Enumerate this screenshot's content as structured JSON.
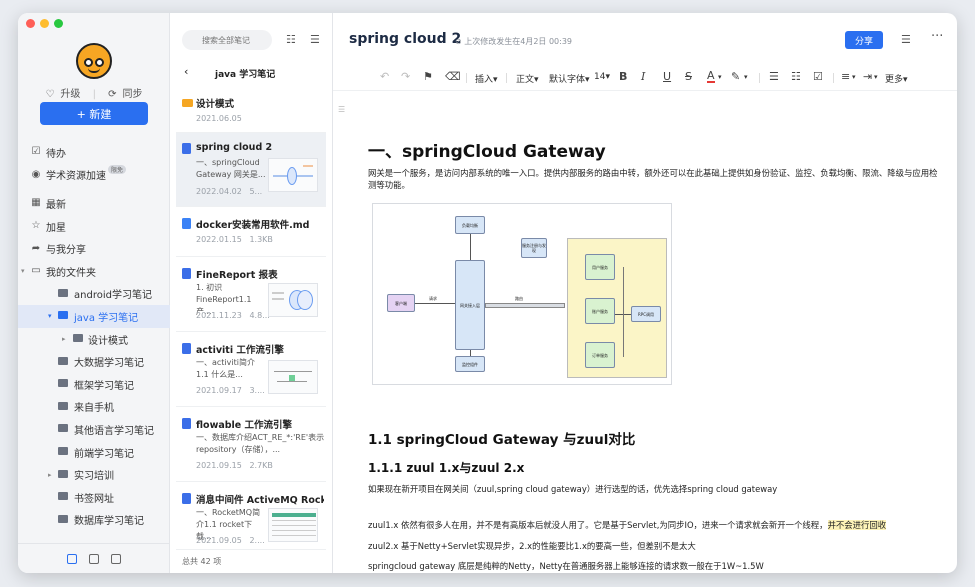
{
  "sidebar": {
    "upgrade": "升级",
    "sync": "同步",
    "new_button": "+ 新建",
    "items": [
      {
        "label": "待办",
        "icon": "todo-icon"
      },
      {
        "label": "学术资源加速",
        "icon": "academic-icon",
        "badge": "限免"
      },
      {
        "label": "最新",
        "icon": "grid-icon"
      },
      {
        "label": "加星",
        "icon": "star-icon"
      },
      {
        "label": "与我分享",
        "icon": "share-icon"
      },
      {
        "label": "我的文件夹",
        "icon": "folder-icon"
      }
    ],
    "folders": [
      {
        "label": "android学习笔记"
      },
      {
        "label": "java 学习笔记"
      },
      {
        "label": "设计模式"
      },
      {
        "label": "大数据学习笔记"
      },
      {
        "label": "框架学习笔记"
      },
      {
        "label": "来自手机"
      },
      {
        "label": "其他语言学习笔记"
      },
      {
        "label": "前端学习笔记"
      },
      {
        "label": "实习培训"
      },
      {
        "label": "书签网址"
      },
      {
        "label": "数据库学习笔记"
      }
    ]
  },
  "list": {
    "search_placeholder": "搜索全部笔记",
    "folder_title": "java 学习笔记",
    "footer": "总共 42 项",
    "notes": [
      {
        "title": "设计模式",
        "date": "2021.06.05"
      },
      {
        "title": "spring cloud 2",
        "snippet": "一、springCloud Gateway 网关是...",
        "date": "2022.04.02",
        "size": "5..."
      },
      {
        "title": "docker安装常用软件.md",
        "date": "2022.01.15",
        "size": "1.3KB"
      },
      {
        "title": "FineReport 报表",
        "snippet": "1. 初识 FineReport1.1 产...",
        "date": "2021.11.23",
        "size": "4.8..."
      },
      {
        "title": "activiti 工作流引擎",
        "snippet": "一、activiti简介1.1 什么是...",
        "date": "2021.09.17",
        "size": "3...."
      },
      {
        "title": "flowable 工作流引擎",
        "snippet": "一、数据库介绍ACT_RE_*:'RE'表示 repository（存储），...",
        "date": "2021.09.15",
        "size": "2.7KB"
      },
      {
        "title": "消息中间件 ActiveMQ Rock...",
        "snippet": "一、RocketMQ简介1.1 rocket下载...",
        "date": "2021.09.05",
        "size": "2...."
      }
    ]
  },
  "editor": {
    "title": "spring cloud 2",
    "modified": "上次修改发生在4月2日 00:39",
    "share": "分享",
    "toolbar": {
      "insert": "插入",
      "text_style": "正文",
      "font": "默认字体",
      "size": "14",
      "more": "更多"
    },
    "h1": "一、springCloud Gateway",
    "p1": "网关是一个服务，是访问内部系统的唯一入口。提供内部服务的路由中转，额外还可以在此基础上提供如身份验证、监控、负载均衡、限流、降级与应用检测等功能。",
    "diagram": {
      "load_balance": "负载均衡",
      "registry": "服务注册与发现",
      "client": "客户端",
      "request": "请求",
      "gateway": "网关接入层",
      "route": "路由",
      "monitor": "监控组件",
      "user_service": "用户服务",
      "account_service": "账户服务",
      "order_service": "订单服务",
      "rpc": "RPC调用"
    },
    "h2": "1.1 springCloud Gateway 与zuul对比",
    "h3": "1.1.1 zuul 1.x与zuul 2.x",
    "p2": "如果现在新开项目在网关间（zuul,spring cloud gateway）进行选型的话，优先选择spring cloud gateway",
    "p3a": "zuul1.x 依然有很多人在用，并不是有高版本后就没人用了。它是基于Servlet,为同步IO，进来一个请求就会新开一个线程，",
    "p3b": "并不会进行回收",
    "p4": "zuul2.x 基于Netty+Servlet实现异步，2.x的性能要比1.x的要高一些，但差别不是太大",
    "p5": "springcloud gateway 底层是纯粹的Netty，Netty在普通服务器上能够连接的请求数一般在于1W~1.5W"
  },
  "colors": {
    "accent": "#2a6ff0",
    "traffic_red": "#fe5f57",
    "traffic_yellow": "#febc2e",
    "traffic_green": "#28c840"
  }
}
